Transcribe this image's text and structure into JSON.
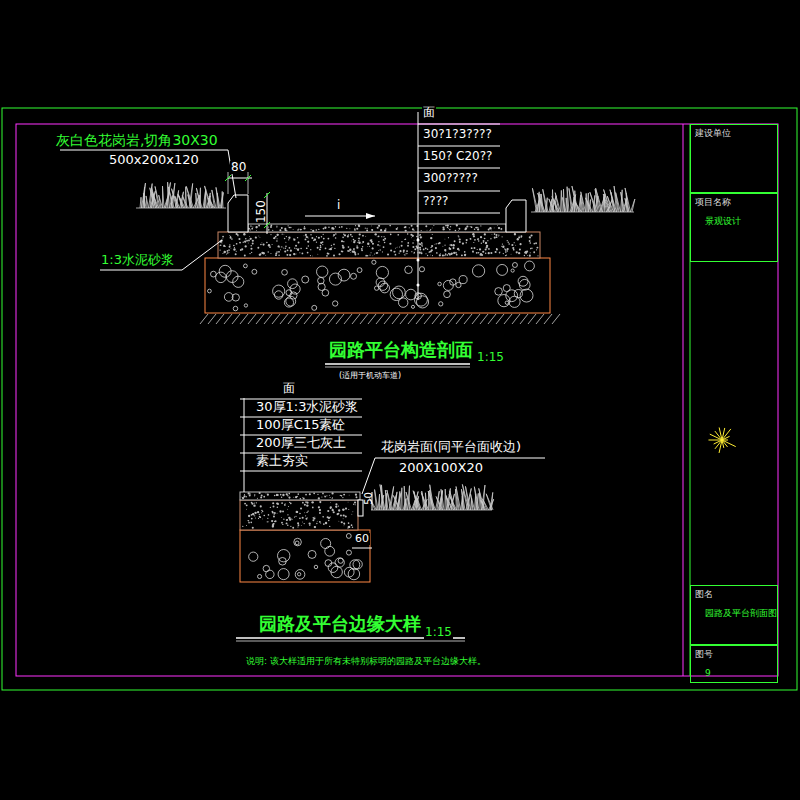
{
  "diagram": {
    "nodes": [
      {
        "text": [
          "建设单位"
        ]
      },
      {
        "text": [
          "项目名称",
          "景观设计"
        ]
      },
      {
        "text": [
          "图名",
          "园路及平台剖面图"
        ]
      },
      {
        "text": [
          "图号",
          "9"
        ]
      }
    ],
    "labels": [
      "灰白色花岗岩,切角30X30",
      "500x200x120",
      "80",
      "150",
      "i",
      "1:3水泥砂浆",
      "面",
      "30?1?3????",
      "150? C20??",
      "300?????",
      "????",
      "园路平台构造剖面",
      "1:15",
      "(适用于机动车道)",
      "面",
      "30厚1:3水泥砂浆",
      "100厚C15素砼",
      "200厚三七灰土",
      "素土夯实",
      "花岗岩面(同平台面收边)",
      "200X100X20",
      "50",
      "60",
      "园路及平台边缘大样",
      "1:15",
      "说明: 该大样适用于所有未特别标明的园路及平台边缘大样。"
    ]
  }
}
